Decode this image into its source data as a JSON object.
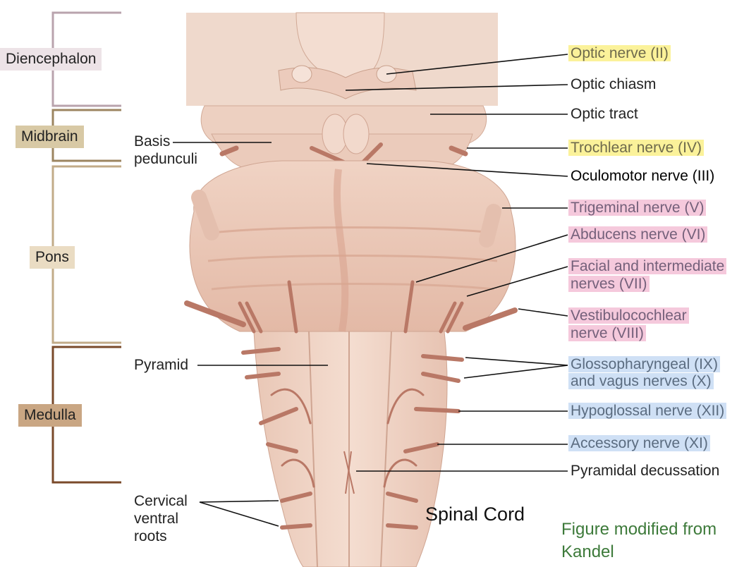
{
  "regions": {
    "diencephalon": "Diencephalon",
    "midbrain": "Midbrain",
    "pons": "Pons",
    "medulla": "Medulla"
  },
  "left_labels": {
    "basis_1": "Basis",
    "basis_2": "pedunculi",
    "pyramid": "Pyramid",
    "cervical_1": "Cervical",
    "cervical_2": "ventral",
    "cervical_3": "roots"
  },
  "right_labels": {
    "optic_nerve": "Optic nerve (II)",
    "optic_chiasm": "Optic chiasm",
    "optic_tract": "Optic tract",
    "trochlear": "Trochlear nerve (IV)",
    "oculomotor": "Oculomotor nerve (III)",
    "trigeminal": "Trigeminal nerve (V)",
    "abducens": "Abducens nerve (VI)",
    "facial_1": "Facial and intermediate",
    "facial_2": "nerves (VII)",
    "vestibulo_1": "Vestibulocochlear",
    "vestibulo_2": "nerve (VIII)",
    "glosso_1": "Glossopharyngeal (IX)",
    "glosso_2": "and vagus nerves (X)",
    "hypoglossal": "Hypoglossal nerve (XII)",
    "accessory": "Accessory nerve (XI)",
    "pyramidal_decussation": "Pyramidal decussation"
  },
  "spinal_cord": "Spinal Cord",
  "credit": {
    "line1": "Figure modified from",
    "line2": "Kandel"
  },
  "colors": {
    "highlight_yellow": "#fbf29a",
    "highlight_pink": "#f5c9dc",
    "highlight_blue": "#cfe0f5",
    "credit_green": "#3d7a3a",
    "tissue": "#f1d6c8",
    "nerve": "#b97866"
  }
}
